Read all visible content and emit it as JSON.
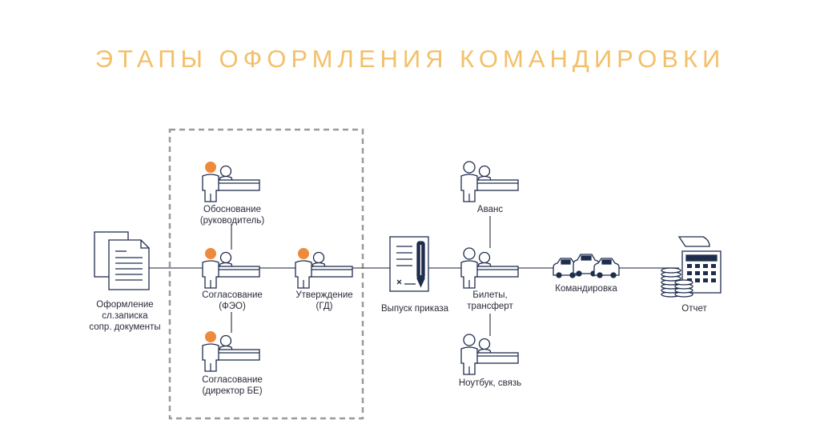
{
  "title": "ЭТАПЫ ОФОРМЛЕНИЯ КОМАНДИРОВКИ",
  "colors": {
    "title": "#f3c06a",
    "accent_person": "#ee8a3c",
    "outline": "#1f2d4d",
    "line": "#4a4a5a",
    "dashed_frame": "#9a9a9a"
  },
  "nodes": {
    "documents": {
      "icon": "documents-icon",
      "label": [
        "Оформление",
        "сл.записка",
        "сопр. документы"
      ]
    },
    "justification": {
      "icon": "meeting-icon",
      "label": [
        "Обоснование",
        "(руководитель)"
      ]
    },
    "approval_feo": {
      "icon": "meeting-icon",
      "label": [
        "Согласование",
        "(ФЭО)"
      ]
    },
    "approval_director": {
      "icon": "meeting-icon",
      "label": [
        "Согласование",
        "(директор БЕ)"
      ]
    },
    "confirmation": {
      "icon": "meeting-icon",
      "label": [
        "Утверждение",
        "(ГД)"
      ]
    },
    "order": {
      "icon": "signed-document-icon",
      "label": [
        "Выпуск приказа"
      ]
    },
    "advance": {
      "icon": "meeting-icon",
      "label": [
        "Аванс"
      ]
    },
    "tickets": {
      "icon": "meeting-icon",
      "label": [
        "Билеты,",
        "трансферт"
      ]
    },
    "laptop": {
      "icon": "meeting-icon",
      "label": [
        "Ноутбук, связь"
      ]
    },
    "trip": {
      "icon": "cars-icon",
      "label": [
        "Командировка"
      ]
    },
    "report": {
      "icon": "calculator-coins-icon",
      "label": [
        "Отчет"
      ]
    }
  }
}
